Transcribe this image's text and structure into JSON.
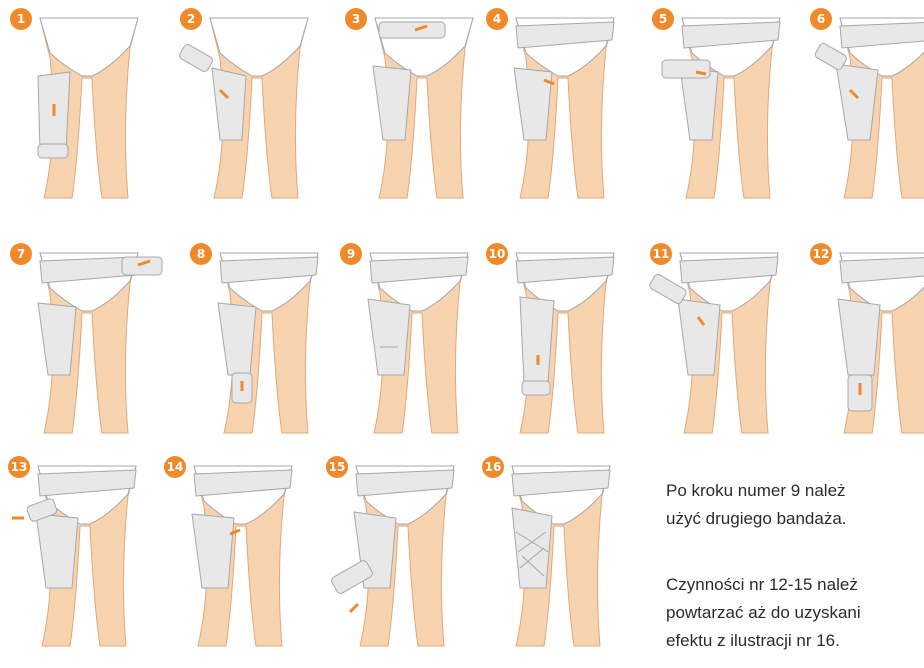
{
  "steps": [
    {
      "number": "1"
    },
    {
      "number": "2"
    },
    {
      "number": "3"
    },
    {
      "number": "4"
    },
    {
      "number": "5"
    },
    {
      "number": "6"
    },
    {
      "number": "7"
    },
    {
      "number": "8"
    },
    {
      "number": "9"
    },
    {
      "number": "10"
    },
    {
      "number": "11"
    },
    {
      "number": "12"
    },
    {
      "number": "13"
    },
    {
      "number": "14"
    },
    {
      "number": "15"
    },
    {
      "number": "16"
    }
  ],
  "notes": {
    "note_1_line_1": "Po kroku numer 9 należ",
    "note_1_line_2": "użyć drugiego bandaża.",
    "note_2_line_1": "Czynności nr 12-15 należ",
    "note_2_line_2": "powtarzać aż do uzyskani",
    "note_2_line_3": "efektu z ilustracji nr 16."
  },
  "colors": {
    "skin": "#f8d3b0",
    "skin_stroke": "#e0a878",
    "bandage": "#e8e8e8",
    "bandage_stroke": "#a7a7a7",
    "brief": "#ffffff",
    "accent": "#f0892a"
  }
}
